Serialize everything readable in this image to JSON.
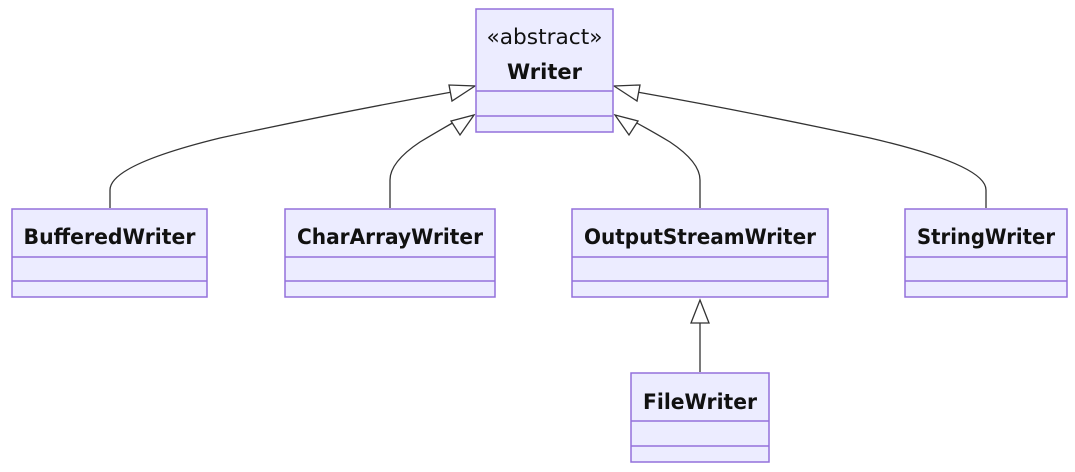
{
  "diagram": {
    "type": "class-diagram",
    "classes": {
      "writer": {
        "stereotype": "«abstract»",
        "name": "Writer"
      },
      "buffered_writer": {
        "name": "BufferedWriter"
      },
      "char_array_writer": {
        "name": "CharArrayWriter"
      },
      "output_stream_writer": {
        "name": "OutputStreamWriter"
      },
      "string_writer": {
        "name": "StringWriter"
      },
      "file_writer": {
        "name": "FileWriter"
      }
    },
    "relations": [
      {
        "from": "BufferedWriter",
        "to": "Writer",
        "kind": "inheritance"
      },
      {
        "from": "CharArrayWriter",
        "to": "Writer",
        "kind": "inheritance"
      },
      {
        "from": "OutputStreamWriter",
        "to": "Writer",
        "kind": "inheritance"
      },
      {
        "from": "StringWriter",
        "to": "Writer",
        "kind": "inheritance"
      },
      {
        "from": "FileWriter",
        "to": "OutputStreamWriter",
        "kind": "inheritance"
      }
    ]
  },
  "colors": {
    "box_fill": "#ececff",
    "box_stroke": "#9370db",
    "edge": "#333333",
    "text": "#111111"
  }
}
